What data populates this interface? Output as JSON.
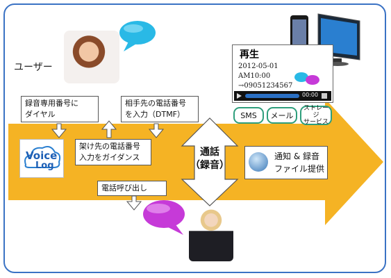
{
  "user_label": "ユーザー",
  "steps": {
    "dial": [
      "録音専用番号に",
      "ダイヤル"
    ],
    "dtmf": [
      "相手先の電話番号",
      "を入力（DTMF）"
    ],
    "guidance": [
      "架け先の電話番号",
      "入力をガイダンス"
    ],
    "call_out": "電話呼び出し",
    "call": [
      "通話",
      "（録音）"
    ],
    "notify": [
      "通知 & 録音",
      "ファイル提供"
    ]
  },
  "logo": {
    "top": "Voice",
    "bottom": "Log"
  },
  "player": {
    "title": "再生",
    "date": "2012-05-01",
    "time": "AM10:00",
    "number": "→09051234567",
    "timer": "00:00"
  },
  "channels": [
    "SMS",
    "メール",
    "ストレージ\nサービス"
  ],
  "colors": {
    "arrow": "#f5b324",
    "frame": "#3a72c4",
    "pill_border": "#2e9e7c"
  }
}
